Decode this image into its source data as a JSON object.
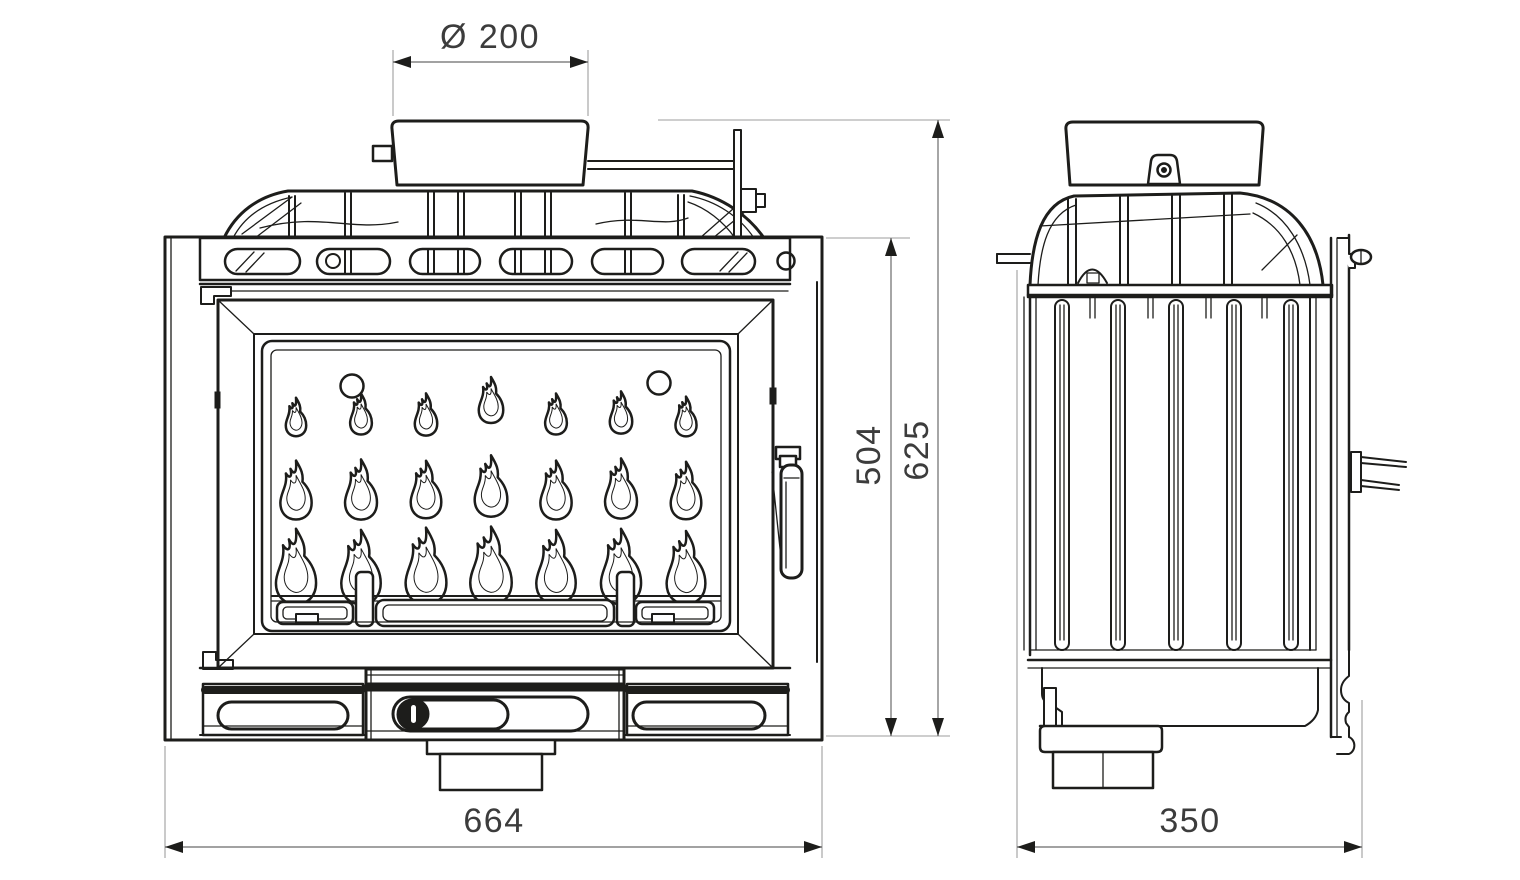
{
  "drawing": {
    "type": "technical-dimension-drawing",
    "subject": "wood-burning fireplace insert, front and side orthographic views",
    "colors": {
      "line": "#1d1d1b",
      "dimension_line": "#6b6b6b",
      "extension_line": "#9e9e9e",
      "background": "#ffffff",
      "text": "#3c3c3c"
    },
    "dimensions": {
      "flue_diameter_label": "Ø 200",
      "body_height_label": "504",
      "total_height_label": "625",
      "front_width_label": "664",
      "depth_label": "350"
    }
  }
}
